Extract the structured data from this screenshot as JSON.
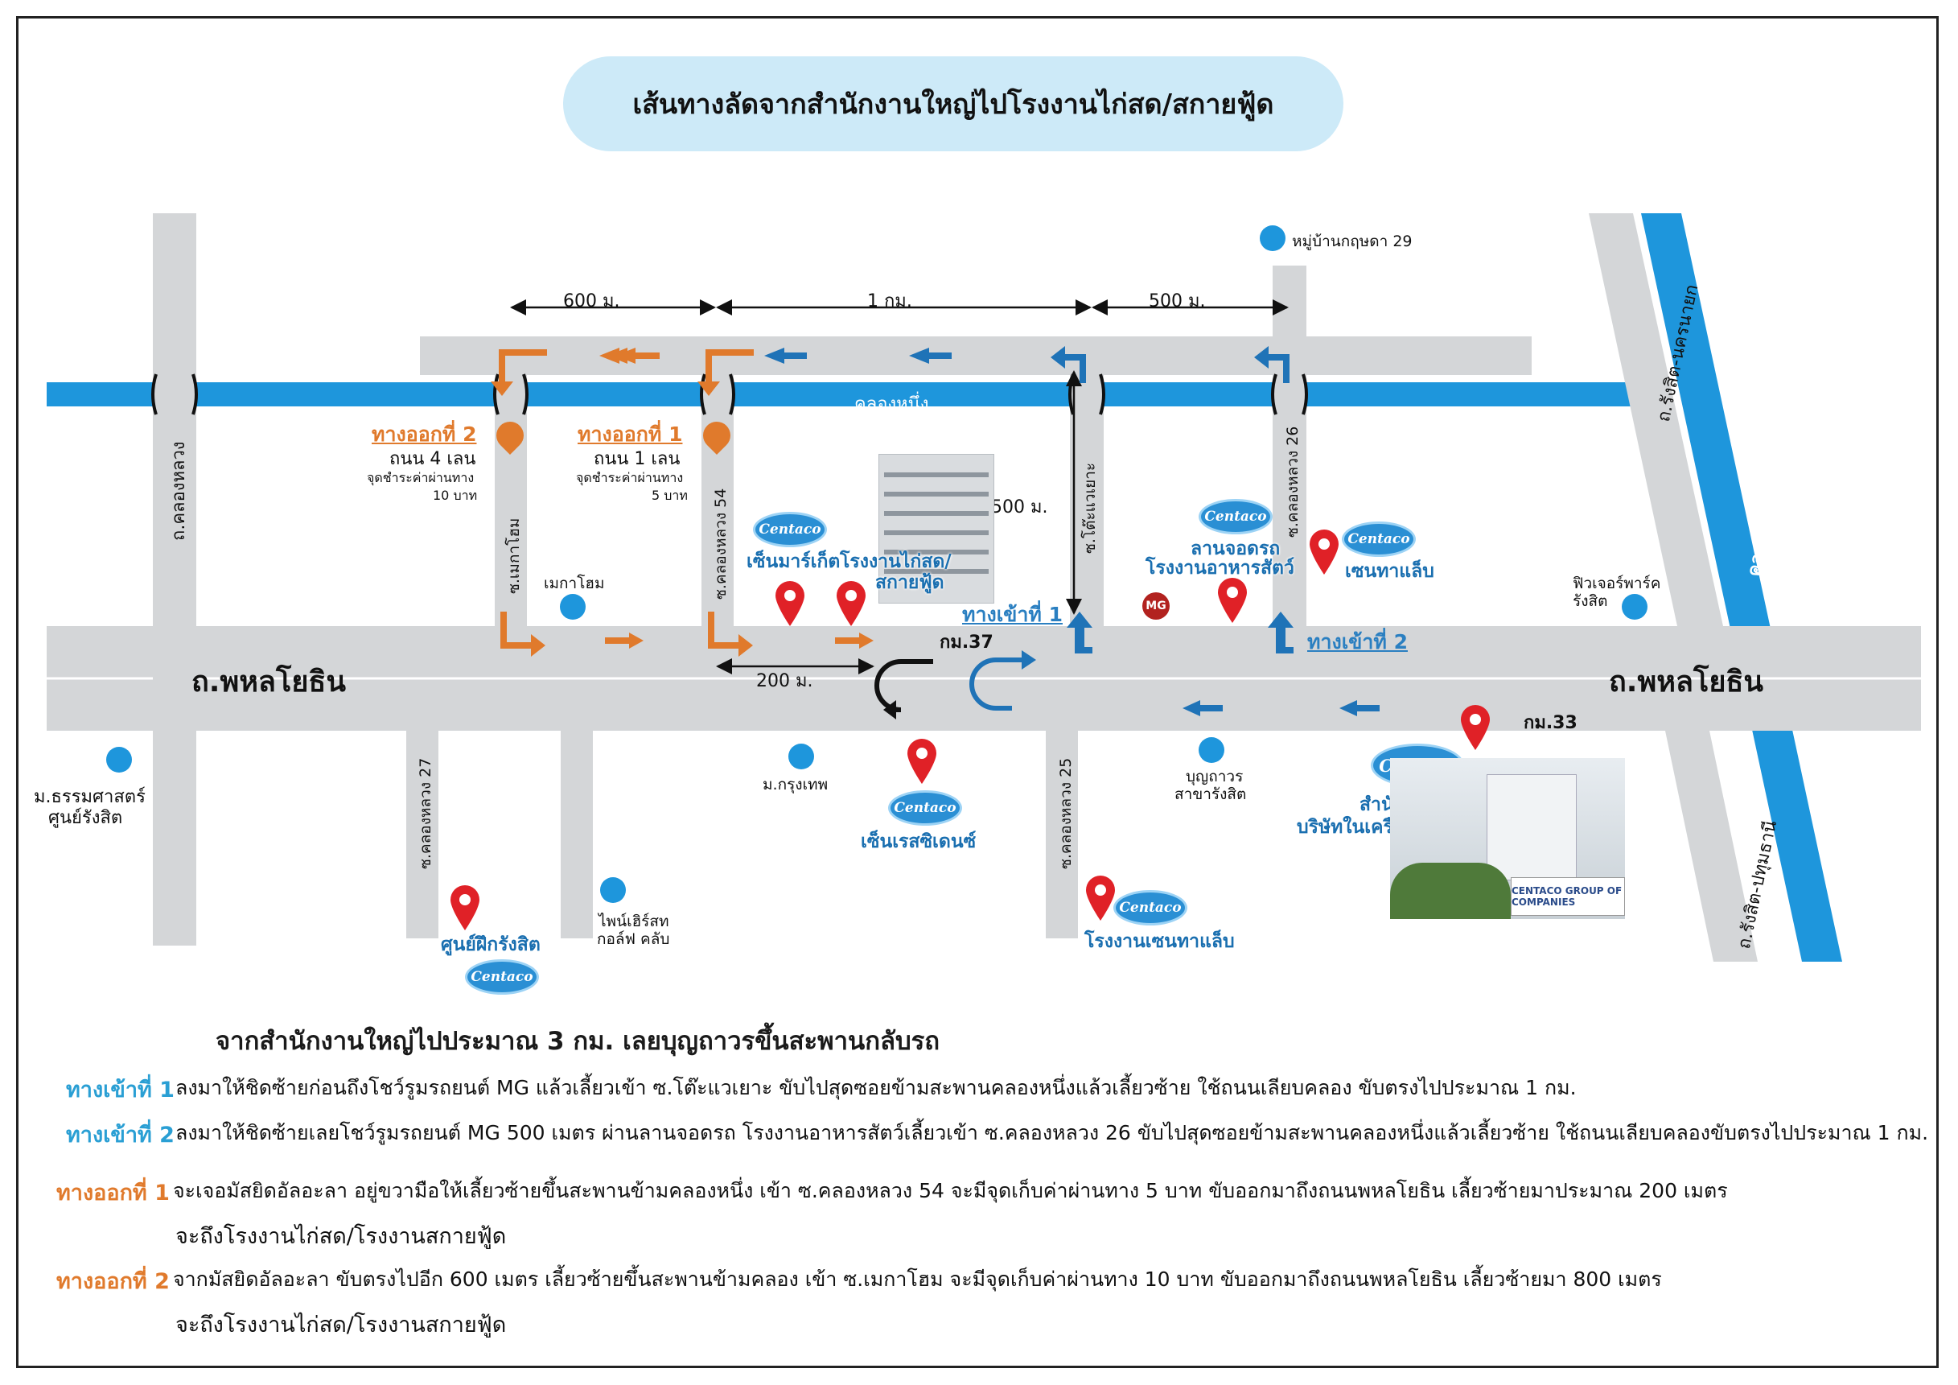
{
  "title": "เส้นทางลัดจากสำนักงานใหญ่ไปโรงงานไก่สด/สกายฟู้ด",
  "colors": {
    "canal": "#1e96dc",
    "road": "#d4d6d8",
    "exit_route": "#e07a2c",
    "entry_route": "#1f73b7",
    "pin": "#e02127",
    "title_bg": "#cdeaf8"
  },
  "distances": {
    "d600": "600 ม.",
    "d1km": "1 กม.",
    "d500": "500 ม.",
    "d500v": "500 ม.",
    "d200": "200 ม."
  },
  "roads": {
    "phahon_left": "ถ.พหลโยธิน",
    "phahon_right": "ถ.พหลโยธิน",
    "khlong_luang": "ถ.คลองหลวง",
    "soi_mekahome": "ซ.เมกาโฮม",
    "soi_54": "ซ.คลองหลวง 54",
    "soi_towaeyao": "ซ.โต๊ะแวเยาะ",
    "soi_26": "ซ.คลองหลวง 26",
    "soi_27": "ซ.คลองหลวง 27",
    "soi_25": "ซ.คลองหลวง 25",
    "rangsit_nakhonnayok": "ถ.รังสิต-นครนายก",
    "rangsit_pathumthani": "ถ.รังสิต-ปทุมธานี",
    "khlong_rangsit": "คลองรังสิต",
    "khlong_nueng": "คลองหนึ่ง"
  },
  "km_markers": {
    "km37": "กม.37",
    "km33": "กม.33"
  },
  "exits": {
    "exit2": {
      "title": "ทางออกที่ 2",
      "road": "ถนน 4 เลน",
      "toll": "จุดชำระค่าผ่านทาง",
      "fee": "10 บาท"
    },
    "exit1": {
      "title": "ทางออกที่ 1",
      "road": "ถนน 1 เลน",
      "toll": "จุดชำระค่าผ่านทาง",
      "fee": "5 บาท"
    }
  },
  "entries": {
    "entry1": "ทางเข้าที่ 1",
    "entry2": "ทางเข้าที่ 2"
  },
  "places": {
    "mooban_kritsada": "หมู่บ้านกฤษดา 29",
    "mekahome": "เมกาโฮม",
    "future_park_1": "ฟิวเจอร์พาร์ค",
    "future_park_2": "รังสิต",
    "thammasat_1": "ม.ธรรมศาสตร์",
    "thammasat_2": "ศูนย์รังสิต",
    "bangkok_univ": "ม.กรุงเทพ",
    "bunthavorn_1": "บุญถาวร",
    "bunthavorn_2": "สาขารังสิต",
    "pinehurst_1": "ไพน์เฮิร์สท",
    "pinehurst_2": "กอล์ฟ คลับ"
  },
  "centaco_places": {
    "logo": "Centaco",
    "cenmarket": "เซ็นมาร์เก็ต",
    "factory_1": "โรงงานไก่สด/",
    "factory_2": "สกายฟู้ด",
    "parking_1": "ลานจอดรถ",
    "parking_2": "โรงงานอาหารสัตว์",
    "centalab": "เซนทาแล็บ",
    "hq_1": "สำนักงานใหญ่",
    "hq_2": "บริษัทในเครือเซนทาโก",
    "cenresidence": "เซ็นเรสซิเดนซ์",
    "training": "ศูนย์ฝึกรังสิต",
    "centalab_factory": "โรงงานเซนทาแล็บ",
    "mg_logo": "MG",
    "hq_sign": "CENTACO GROUP OF COMPANIES"
  },
  "summary": "จากสำนักงานใหญ่ไปประมาณ 3 กม. เลยบุญถาวรขึ้นสะพานกลับรถ",
  "instructions": [
    {
      "label": "ทางเข้าที่ 1",
      "kind": "entry",
      "lines": [
        "ลงมาให้ชิดซ้ายก่อนถึงโชว์รูมรถยนต์ MG แล้วเลี้ยวเข้า ซ.โต๊ะแวเยาะ ขับไปสุดซอยข้ามสะพานคลองหนึ่งแล้วเลี้ยวซ้าย ใช้ถนนเลียบคลอง ขับตรงไปประมาณ 1 กม."
      ]
    },
    {
      "label": "ทางเข้าที่ 2",
      "kind": "entry",
      "lines": [
        "ลงมาให้ชิดซ้ายเลยโชว์รูมรถยนต์ MG 500 เมตร ผ่านลานจอดรถ โรงงานอาหารสัตว์เลี้ยวเข้า ซ.คลองหลวง 26 ขับไปสุดซอยข้ามสะพานคลองหนึ่งแล้วเลี้ยวซ้าย ใช้ถนนเลียบคลองขับตรงไปประมาณ 1 กม."
      ]
    },
    {
      "label": "ทางออกที่ 1",
      "kind": "exit",
      "lines": [
        "จะเจอมัสยิดอัลอะลา อยู่ขวามือให้เลี้ยวซ้ายขึ้นสะพานข้ามคลองหนึ่ง เข้า ซ.คลองหลวง 54  จะมีจุดเก็บค่าผ่านทาง  5 บาท ขับออกมาถึงถนนพหลโยธิน เลี้ยวซ้ายมาประมาณ 200 เมตร",
        "จะถึงโรงงานไก่สด/โรงงานสกายฟู้ด"
      ]
    },
    {
      "label": "ทางออกที่ 2",
      "kind": "exit",
      "lines": [
        "จากมัสยิดอัลอะลา ขับตรงไปอีก 600 เมตร เลี้ยวซ้ายขึ้นสะพานข้ามคลอง เข้า ซ.เมกาโฮม  จะมีจุดเก็บค่าผ่านทาง 10 บาท ขับออกมาถึงถนนพหลโยธิน เลี้ยวซ้ายมา 800 เมตร",
        "จะถึงโรงงานไก่สด/โรงงานสกายฟู้ด"
      ]
    }
  ]
}
